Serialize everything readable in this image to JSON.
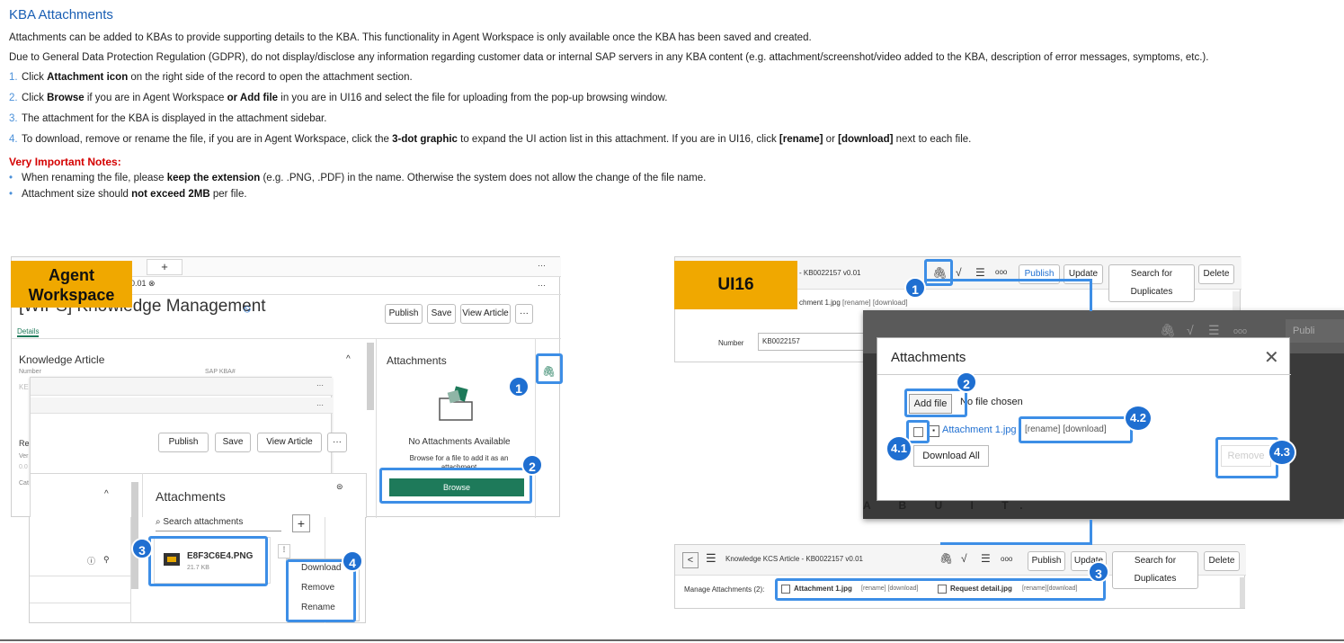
{
  "title": "KBA Attachments",
  "intro_1": "Attachments can be added to KBAs to provide supporting details to the KBA. This functionality in Agent Workspace is only available once the KBA has been saved and created.",
  "intro_2": "Due to General Data Protection Regulation (GDPR), do not display/disclose any information regarding customer data or internal SAP servers in any KBA content (e.g. attachment/screenshot/video added to the KBA, description of error messages, symptoms, etc.).",
  "steps": [
    {
      "num": "1.",
      "pre": "Click ",
      "b1": "Attachment icon",
      "mid": " on the right side of the record to open the attachment section.",
      "b2": "",
      "post": ""
    },
    {
      "num": "2.",
      "pre": "Click ",
      "b1": "Browse",
      "mid": " if you are in Agent Workspace ",
      "b2": "or Add file",
      "post": " in you are in UI16 and select the file for uploading from the pop-up browsing window."
    },
    {
      "num": "3.",
      "pre": "The attachment for the KBA is displayed in the attachment sidebar.",
      "b1": "",
      "mid": "",
      "b2": "",
      "post": ""
    },
    {
      "num": "4.",
      "pre": "To download, remove or rename the file, if you are in Agent Workspace, click the ",
      "b1": "3-dot graphic",
      "mid": " to expand the UI action list in this attachment. If you are in UI16, click ",
      "b2": "[rename]",
      "post": " or ",
      "b3": "[download]",
      "post2": " next to each file."
    }
  ],
  "notes_title": "Very Important Notes:",
  "notes": [
    {
      "pre": "When renaming the file, please ",
      "b": "keep the extension",
      "post": " (e.g. .PNG, .PDF) in the name. Otherwise the system does not allow the change of the file name."
    },
    {
      "pre": "Attachment size should ",
      "b": "not exceed 2MB",
      "post": " per file."
    }
  ],
  "colors": {
    "accent": "#1a5fb4",
    "callout": "#1f6fd1",
    "highlight": "#3d8ee6",
    "label_bg": "#f0a800",
    "warning": "#d40000",
    "browse": "#1e7a5a"
  },
  "agent": {
    "label": "Agent Workspace",
    "tab_version": "3 v0.01",
    "plus": "+",
    "more": "···",
    "close": "⊗",
    "heading": "[WIPS] Knowledge Management",
    "details_tab": "Details",
    "publish": "Publish",
    "save": "Save",
    "view_article": "View Article",
    "ka_title": "Knowledge Article",
    "field_number": "Number",
    "field_sapkba": "SAP KBA#",
    "attachments_title": "Attachments",
    "no_attachments": "No Attachments Available",
    "browse_hint": "Browse for a file to add it as an attachment",
    "browse": "Browse",
    "search_placeholder": "Search attachments",
    "file_name": "E8F3C6E4.PNG",
    "file_size": "21.7 KB",
    "menu": [
      "Download",
      "Remove",
      "Rename"
    ],
    "frag_ke": "KE",
    "frag_re": "Re",
    "frag_ver": "Ver",
    "frag_cat": "Cat",
    "frag_val": "0.0"
  },
  "ui16": {
    "label": "UI16",
    "record_title": "- KB0022157 v0.01",
    "attach_row": "chment 1.jpg",
    "attach_row_links": "[rename] [download]",
    "publish": "Publish",
    "update": "Update",
    "search_dup": "Search for Duplicates",
    "delete": "Delete",
    "number_label": "Number",
    "number_value": "KB0022157",
    "modal_title": "Attachments",
    "close": "✕",
    "add_file": "Add file",
    "no_file": "No file chosen",
    "attachment_name": "Attachment 1.jpg",
    "rename_download": "[rename] [download]",
    "download_all": "Download All",
    "remove": "Remove",
    "toolbar_publ": "Publi",
    "bottom_title": "Knowledge KCS Article - KB0022157 v0.01",
    "manage_label": "Manage Attachments (2):",
    "file1": "Attachment 1.jpg",
    "file1_links": "[rename] [download]",
    "file2": "Request detail.jpg",
    "file2_links": "[rename][download]",
    "editor_glyphs": "A B U I T."
  },
  "callouts": [
    "1",
    "2",
    "3",
    "4",
    "4.1",
    "4.2",
    "4.3"
  ]
}
